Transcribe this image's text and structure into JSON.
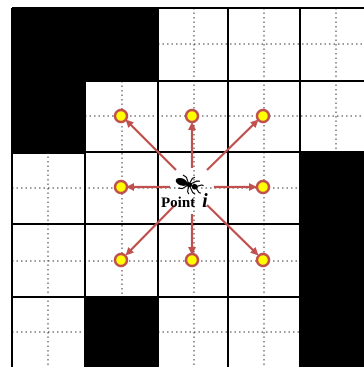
{
  "diagram": {
    "label_prefix": "Point",
    "label_variable": "i",
    "icon": "ant-icon",
    "grid": {
      "columns": 5,
      "rows": 5,
      "blocked_cells": [
        [
          0,
          0
        ],
        [
          0,
          1
        ],
        [
          1,
          0
        ],
        [
          4,
          2
        ],
        [
          4,
          3
        ],
        [
          4,
          4
        ],
        [
          1,
          4
        ]
      ]
    },
    "neighbor_count": 8,
    "colors": {
      "blocked": "#000000",
      "grid_line": "#000000",
      "arrow": "#c0504d",
      "marker_fill": "#ffff00",
      "marker_stroke": "#c0504d",
      "dotted_line": "#333333"
    }
  }
}
